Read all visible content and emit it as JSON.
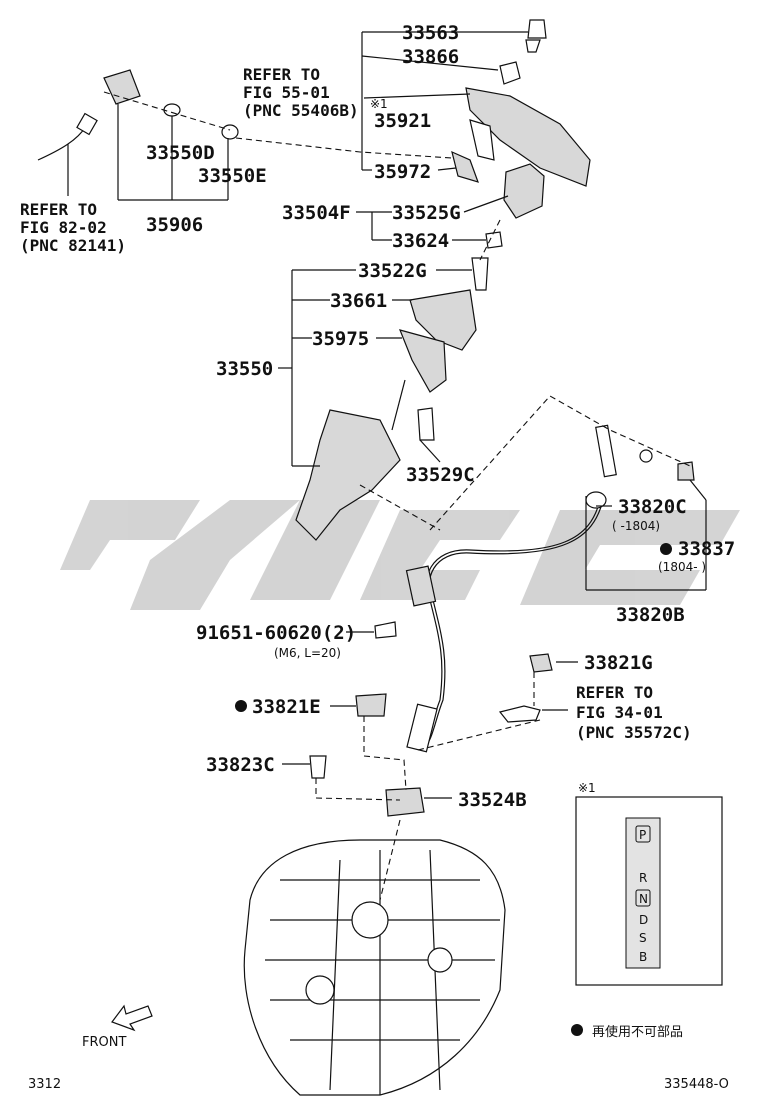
{
  "parts": {
    "p33563": "33563",
    "p33866": "33866",
    "p35921": "35921",
    "p35972": "35972",
    "p33504F": "33504F",
    "p33525G": "33525G",
    "p33624": "33624",
    "p33522G": "33522G",
    "p33661": "33661",
    "p35975": "35975",
    "p33550": "33550",
    "p33529C": "33529C",
    "p33550D": "33550D",
    "p33550E": "33550E",
    "p35906": "35906",
    "p33820C": "33820C",
    "p33837": "33837",
    "p33820B": "33820B",
    "p91651": "91651-60620(2)",
    "p33821G": "33821G",
    "p33821E": "33821E",
    "p33823C": "33823C",
    "p33524B": "33524B"
  },
  "notes": {
    "bolt_spec": "(M6, L=20)",
    "c33820C_range": "(      -1804)",
    "c33837_range": "(1804-     )",
    "note_mark": "※1"
  },
  "references": {
    "fig55": [
      "REFER TO",
      "FIG 55-01",
      "(PNC 55406B)"
    ],
    "fig82": [
      "REFER TO",
      "FIG 82-02",
      "(PNC 82141)"
    ],
    "fig34": [
      "REFER TO",
      "FIG 34-01",
      "(PNC 35572C)"
    ]
  },
  "inset": {
    "title": "※1",
    "gears": [
      "P",
      "R",
      "N",
      "D",
      "S",
      "B"
    ]
  },
  "legend": {
    "text": "再使用不可部品"
  },
  "front_label": "FRONT",
  "page_code": "3312",
  "figure_id": "335448-O",
  "colors": {
    "watermark": "#c8c8c8",
    "ink": "#111111"
  }
}
